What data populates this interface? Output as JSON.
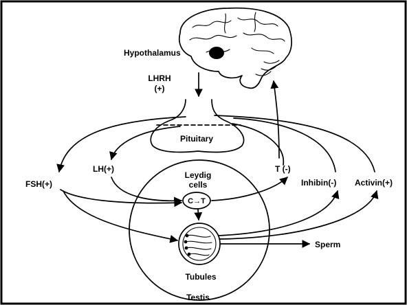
{
  "labels": {
    "hypothalamus": "Hypothalamus",
    "lhrh": "LHRH",
    "lhrh_sign": "(+)",
    "pituitary": "Pituitary",
    "lh": "LH(+)",
    "fsh": "FSH(+)",
    "t": "T (-)",
    "inhibin": "Inhibin(-)",
    "activin": "Activin(+)",
    "leydig_line1": "Leydig",
    "leydig_line2": "cells",
    "conversion": "C→T",
    "sperm": "Sperm",
    "tubules": "Tubules",
    "testis": "Testis"
  }
}
